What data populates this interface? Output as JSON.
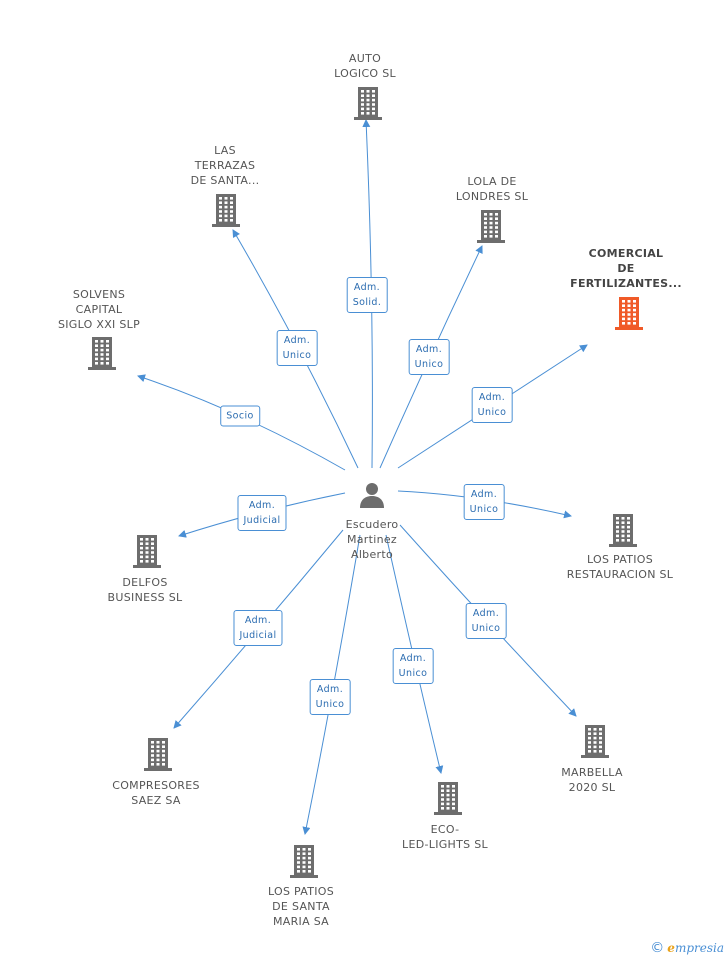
{
  "center": {
    "name_lines": [
      "Escudero",
      "Martinez",
      "Alberto"
    ],
    "icon": "person-icon"
  },
  "colors": {
    "edge": "#4a8fd4",
    "building": "#6d6d6d",
    "highlight": "#f05a28",
    "text": "#555555"
  },
  "companies": [
    {
      "id": "auto-logico",
      "lines": [
        "AUTO",
        "LOGICO SL"
      ],
      "highlight": false,
      "icon": "building-icon"
    },
    {
      "id": "las-terrazas",
      "lines": [
        "LAS",
        "TERRAZAS",
        "DE SANTA..."
      ],
      "highlight": false,
      "icon": "building-icon"
    },
    {
      "id": "lola-de-londres",
      "lines": [
        "LOLA DE",
        "LONDRES SL"
      ],
      "highlight": false,
      "icon": "building-icon"
    },
    {
      "id": "comercial-fertilizantes",
      "lines": [
        "COMERCIAL",
        "DE",
        "FERTILIZANTES..."
      ],
      "highlight": true,
      "icon": "building-icon"
    },
    {
      "id": "solvens-capital",
      "lines": [
        "SOLVENS",
        "CAPITAL",
        "SIGLO XXI SLP"
      ],
      "highlight": false,
      "icon": "building-icon"
    },
    {
      "id": "los-patios-restauracion",
      "lines": [
        "LOS PATIOS",
        "RESTAURACION SL"
      ],
      "highlight": false,
      "icon": "building-icon"
    },
    {
      "id": "delfos-business",
      "lines": [
        "DELFOS",
        "BUSINESS SL"
      ],
      "highlight": false,
      "icon": "building-icon"
    },
    {
      "id": "compresores-saez",
      "lines": [
        "COMPRESORES",
        "SAEZ SA"
      ],
      "highlight": false,
      "icon": "building-icon"
    },
    {
      "id": "marbella-2020",
      "lines": [
        "MARBELLA",
        "2020 SL"
      ],
      "highlight": false,
      "icon": "building-icon"
    },
    {
      "id": "eco-led-lights",
      "lines": [
        "ECO-",
        "LED-LIGHTS SL"
      ],
      "highlight": false,
      "icon": "building-icon"
    },
    {
      "id": "los-patios-santa-maria",
      "lines": [
        "LOS PATIOS",
        "DE SANTA",
        "MARIA SA"
      ],
      "highlight": false,
      "icon": "building-icon"
    }
  ],
  "relations": [
    {
      "target": "auto-logico",
      "lines": [
        "Adm.",
        "Solid."
      ]
    },
    {
      "target": "las-terrazas",
      "lines": [
        "Adm.",
        "Unico"
      ]
    },
    {
      "target": "lola-de-londres",
      "lines": [
        "Adm.",
        "Unico"
      ]
    },
    {
      "target": "comercial-fertilizantes",
      "lines": [
        "Adm.",
        "Unico"
      ]
    },
    {
      "target": "solvens-capital",
      "lines": [
        "Socio"
      ]
    },
    {
      "target": "los-patios-restauracion",
      "lines": [
        "Adm.",
        "Unico"
      ]
    },
    {
      "target": "delfos-business",
      "lines": [
        "Adm.",
        "Judicial"
      ]
    },
    {
      "target": "compresores-saez",
      "lines": [
        "Adm.",
        "Judicial"
      ]
    },
    {
      "target": "marbella-2020",
      "lines": [
        "Adm.",
        "Unico"
      ]
    },
    {
      "target": "eco-led-lights",
      "lines": [
        "Adm.",
        "Unico"
      ]
    },
    {
      "target": "los-patios-santa-maria",
      "lines": [
        "Adm.",
        "Unico"
      ]
    }
  ],
  "brand": {
    "copyright": "©",
    "initial": "e",
    "rest": "mpresia"
  }
}
